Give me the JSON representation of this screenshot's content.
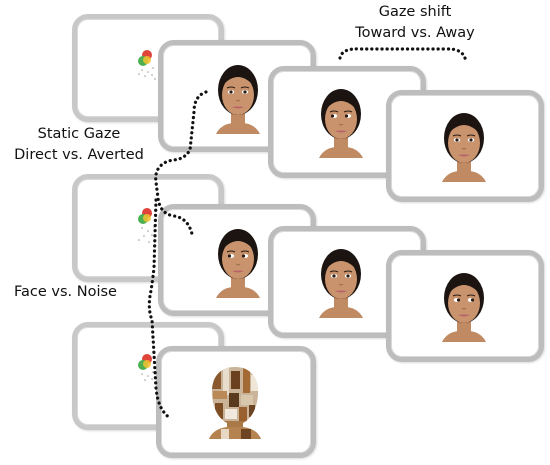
{
  "labels": {
    "gaze_shift": "Gaze shift",
    "toward_away": "Toward vs. Away",
    "static_gaze": "Static Gaze",
    "direct_averted": "Direct vs. Averted",
    "face_noise": "Face vs. Noise"
  },
  "colors": {
    "frame_border": "#bdbdbd",
    "skin": "#c9946d",
    "hair": "#1b1410",
    "lips": "#b8626a",
    "dotted_line": "#111111",
    "fixation_red": "#e0443a",
    "fixation_green": "#4caf50",
    "fixation_yellow": "#f2c230"
  },
  "rows": [
    {
      "name": "top",
      "faces": [
        "direct",
        "averted-left",
        "direct"
      ]
    },
    {
      "name": "middle",
      "faces": [
        "averted-left",
        "direct",
        "averted-right"
      ]
    },
    {
      "name": "bottom",
      "faces": [
        "noise"
      ]
    }
  ]
}
